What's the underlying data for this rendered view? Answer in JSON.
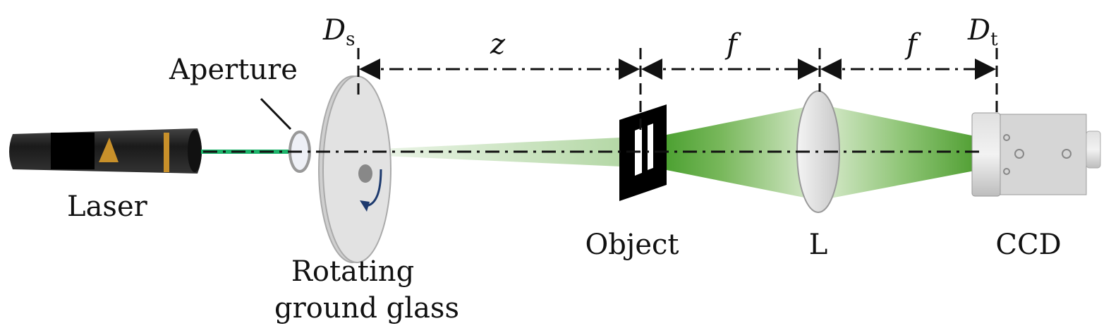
{
  "labels": {
    "laser": "Laser",
    "aperture": "Aperture",
    "ground_glass_line1": "Rotating",
    "ground_glass_line2": "ground glass",
    "object": "Object",
    "lens": "L",
    "ccd": "CCD"
  },
  "distances": {
    "z": "z",
    "f1": "f",
    "f2": "f"
  },
  "planes": {
    "source": {
      "symbol": "D",
      "subscript": "s"
    },
    "target": {
      "symbol": "D",
      "subscript": "t"
    }
  },
  "colors": {
    "beam": "#5aa83a",
    "beam_light": "#d4e8c8",
    "laser_beam": "#1db36a",
    "arrow_blue": "#1d3a6e"
  }
}
